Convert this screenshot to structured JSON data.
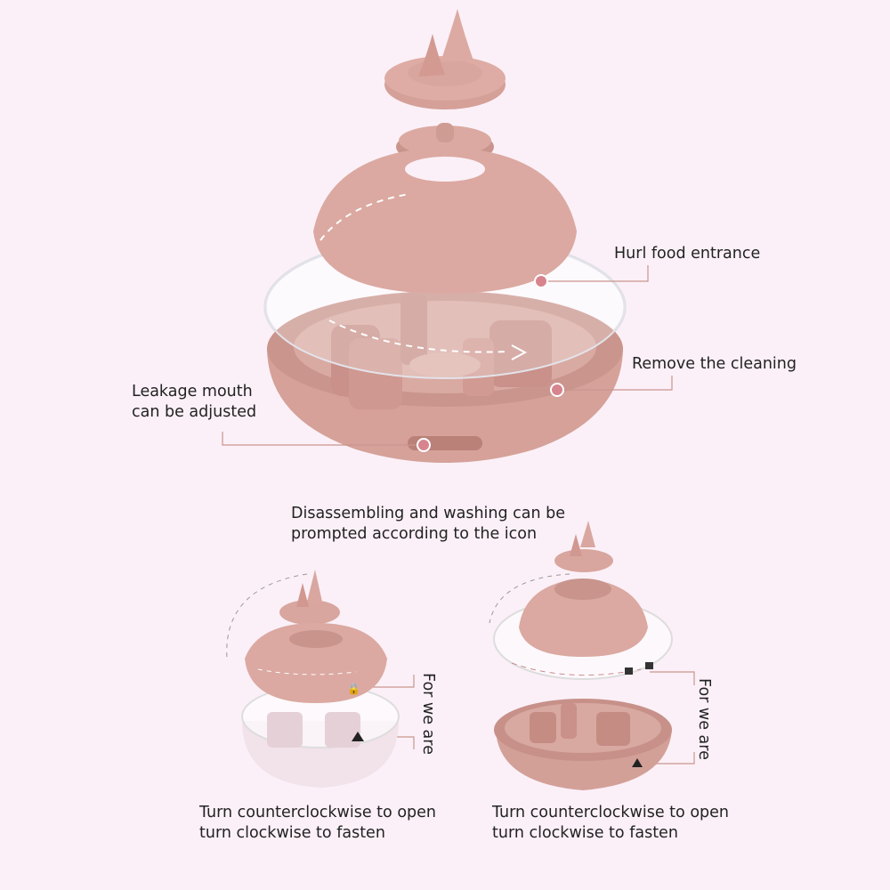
{
  "colors": {
    "background": "#fbf0f8",
    "product": "#d9a79f",
    "product_dark": "#c48f87",
    "callout_line": "#c9958f",
    "text": "#222222"
  },
  "callouts": {
    "hurl_food": "Hurl food entrance",
    "remove_cleaning": "Remove the cleaning",
    "leakage_line1": "Leakage mouth",
    "leakage_line2": "can be adjusted"
  },
  "middle_caption": {
    "line1": "Disassembling and washing can be",
    "line2": "prompted according to the icon"
  },
  "left_panel": {
    "side_label": "For we are",
    "caption_line1": "Turn counterclockwise to open",
    "caption_line2": "turn clockwise to fasten"
  },
  "right_panel": {
    "side_label": "For we are",
    "caption_line1": "Turn counterclockwise to open",
    "caption_line2": "turn clockwise to fasten"
  }
}
